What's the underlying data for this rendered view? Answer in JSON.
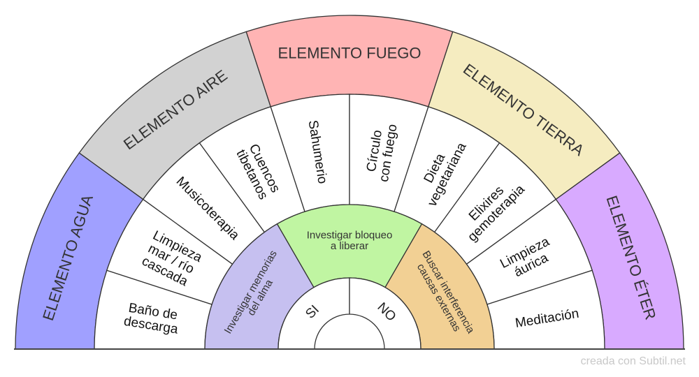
{
  "outer_ring": [
    {
      "label": [
        "ELEMENTO AGUA"
      ],
      "color": "#a0a0ff"
    },
    {
      "label": [
        "ELEMENTO AIRE"
      ],
      "color": "#d2d2d2"
    },
    {
      "label": [
        "ELEMENTO FUEGO"
      ],
      "color": "#ffb4b4"
    },
    {
      "label": [
        "ELEMENTO TIERRA"
      ],
      "color": "#f5ecc0"
    },
    {
      "label": [
        "ELEMENTO ÉTER"
      ],
      "color": "#d8aaff"
    }
  ],
  "middle_ring": [
    {
      "label": [
        "Baño de",
        "descarga"
      ]
    },
    {
      "label": [
        "Limpieza",
        "mar / río",
        "cascada"
      ]
    },
    {
      "label": [
        "Musicoterapia"
      ]
    },
    {
      "label": [
        "Cuencos",
        "tibetanos"
      ]
    },
    {
      "label": [
        "Sahumerio"
      ]
    },
    {
      "label": [
        "Círculo",
        "con fuego"
      ]
    },
    {
      "label": [
        "Dieta",
        "vegetariana"
      ]
    },
    {
      "label": [
        "Elixires",
        "gemoterapia"
      ]
    },
    {
      "label": [
        "Limpieza",
        "áurica"
      ]
    },
    {
      "label": [
        "Meditación"
      ]
    }
  ],
  "inner_ring": [
    {
      "label": [
        "Investigar memorias",
        "del alma"
      ],
      "color": "#c6c0f0"
    },
    {
      "label": [
        "Investigar bloqueo",
        "a liberar"
      ],
      "color": "#c0f5a2"
    },
    {
      "label": [
        "Buscar interferencia",
        "causas externas"
      ],
      "color": "#f2d094"
    }
  ],
  "answer_ring": [
    {
      "label": [
        "SI"
      ]
    },
    {
      "label": [
        "NO"
      ]
    }
  ],
  "footer": "creada con Subtil.net"
}
